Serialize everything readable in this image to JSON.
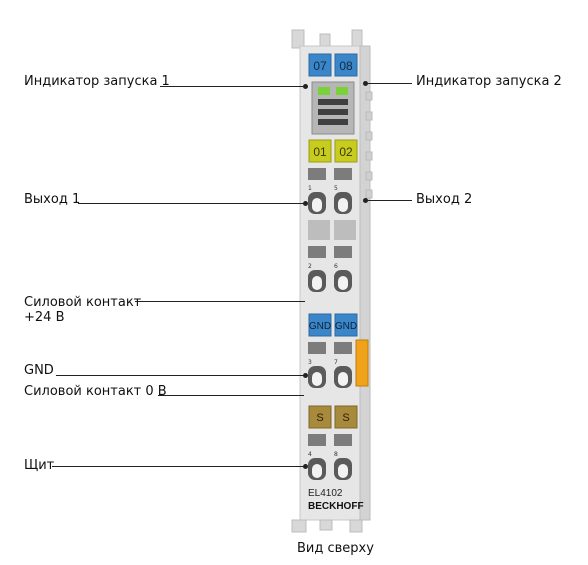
{
  "module": {
    "model": "EL4102",
    "brand": "BECKHOFF",
    "top_labels": [
      "07",
      "08"
    ],
    "output_labels": [
      "01",
      "02"
    ],
    "gnd_labels": [
      "GND",
      "GND"
    ],
    "shield_labels": [
      "S",
      "S"
    ],
    "contact_numbers": [
      "1",
      "5",
      "2",
      "6",
      "3",
      "7",
      "4",
      "8"
    ],
    "colors": {
      "housing": "#e4e4e4",
      "blue_label": "#3a86c8",
      "yellow_label": "#c8cc1e",
      "shield_label": "#a88a3c",
      "led_green": "#7bd13a",
      "orange_contact": "#f0a21a"
    }
  },
  "callouts": {
    "run_indicator_1": "Индикатор запуска 1",
    "run_indicator_2": "Индикатор запуска 2",
    "output_1": "Выход 1",
    "output_2": "Выход 2",
    "power_contact_24v_line1": "Силовой контакт",
    "power_contact_24v_line2": "+24 В",
    "gnd": "GND",
    "power_contact_0v": "Силовой контакт 0 В",
    "shield": "Щит"
  },
  "caption": "Вид сверху"
}
